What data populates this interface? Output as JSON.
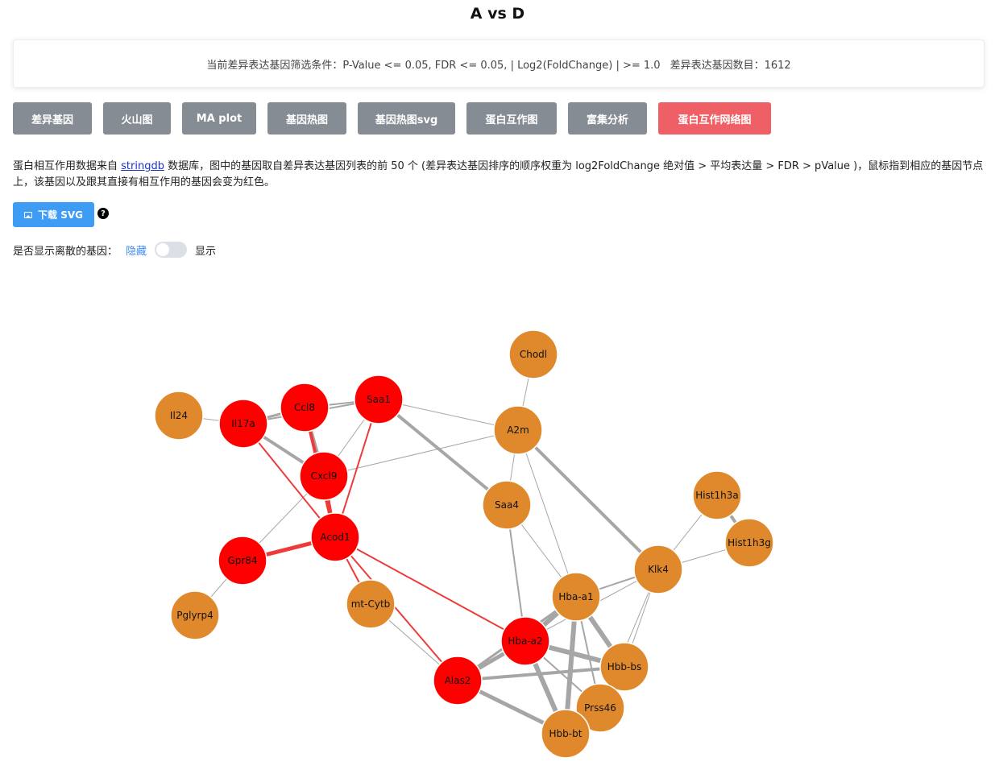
{
  "header": {
    "title": "A vs D"
  },
  "filter": {
    "conditions": "当前差异表达基因筛选条件：P-Value <= 0.05, FDR <= 0.05, | Log2(FoldChange) | >= 1.0",
    "count_text": "差异表达基因数目：1612"
  },
  "tabs": [
    {
      "label": "差异基因",
      "active": false
    },
    {
      "label": "火山图",
      "active": false
    },
    {
      "label": "MA plot",
      "active": false
    },
    {
      "label": "基因热图",
      "active": false
    },
    {
      "label": "基因热图svg",
      "active": false
    },
    {
      "label": "蛋白互作图",
      "active": false
    },
    {
      "label": "富集分析",
      "active": false
    },
    {
      "label": "蛋白互作网络图",
      "active": true
    }
  ],
  "description": {
    "before_link": "蛋白相互作用数据来自 ",
    "link_text": "stringdb",
    "after_link": " 数据库，图中的基因取自差异表达基因列表的前 50 个 (差异表达基因排序的顺序权重为 log2FoldChange 绝对值 > 平均表达量 > FDR > pValue )，鼠标指到相应的基因节点上，该基因以及跟其直接有相互作用的基因会变为红色。"
  },
  "download": {
    "label": "下载 SVG",
    "help_glyph": "?"
  },
  "toggle": {
    "label": "是否显示离散的基因：",
    "option_hide": "隐藏",
    "option_show": "显示",
    "show_isolated": false
  },
  "colors": {
    "node_default": "#e0892c",
    "node_highlight": "#ff0000",
    "edge_default": "#a6a6a6",
    "edge_highlight": "#ef3a3a",
    "tab_default": "#868c93",
    "tab_active": "#ef5f66",
    "button_primary": "#3f9cf5"
  },
  "network": {
    "highlighted_gene": "Acod1",
    "nodes": [
      {
        "id": "Chodl",
        "highlight": false
      },
      {
        "id": "Il24",
        "highlight": false
      },
      {
        "id": "Il17a",
        "highlight": true
      },
      {
        "id": "Ccl8",
        "highlight": true
      },
      {
        "id": "Saa1",
        "highlight": true
      },
      {
        "id": "A2m",
        "highlight": false
      },
      {
        "id": "Cxcl9",
        "highlight": true
      },
      {
        "id": "Saa4",
        "highlight": false
      },
      {
        "id": "Hist1h3a",
        "highlight": false
      },
      {
        "id": "Acod1",
        "highlight": true
      },
      {
        "id": "Hist1h3g",
        "highlight": false
      },
      {
        "id": "Gpr84",
        "highlight": true
      },
      {
        "id": "Klk4",
        "highlight": false
      },
      {
        "id": "Hba-a1",
        "highlight": false
      },
      {
        "id": "mt-Cytb",
        "highlight": false
      },
      {
        "id": "Pglyrp4",
        "highlight": false
      },
      {
        "id": "Hba-a2",
        "highlight": true
      },
      {
        "id": "Hbb-bs",
        "highlight": false
      },
      {
        "id": "Alas2",
        "highlight": true
      },
      {
        "id": "Prss46",
        "highlight": false
      },
      {
        "id": "Hbb-bt",
        "highlight": false
      }
    ],
    "edges": [
      {
        "source": "Chodl",
        "target": "A2m",
        "weight": 1,
        "highlight": false
      },
      {
        "source": "Il24",
        "target": "Il17a",
        "weight": 1,
        "highlight": false
      },
      {
        "source": "Il17a",
        "target": "Ccl8",
        "weight": 3,
        "highlight": false
      },
      {
        "source": "Il17a",
        "target": "Saa1",
        "weight": 2,
        "highlight": false
      },
      {
        "source": "Il17a",
        "target": "Cxcl9",
        "weight": 4,
        "highlight": false
      },
      {
        "source": "Il17a",
        "target": "Acod1",
        "weight": 2,
        "highlight": true
      },
      {
        "source": "Ccl8",
        "target": "Saa1",
        "weight": 2,
        "highlight": false
      },
      {
        "source": "Ccl8",
        "target": "Cxcl9",
        "weight": 4,
        "highlight": false
      },
      {
        "source": "Ccl8",
        "target": "Acod1",
        "weight": 4,
        "highlight": true
      },
      {
        "source": "Saa1",
        "target": "Cxcl9",
        "weight": 1,
        "highlight": false
      },
      {
        "source": "Saa1",
        "target": "Acod1",
        "weight": 2,
        "highlight": true
      },
      {
        "source": "Saa1",
        "target": "A2m",
        "weight": 1,
        "highlight": false
      },
      {
        "source": "Saa1",
        "target": "Saa4",
        "weight": 4,
        "highlight": false
      },
      {
        "source": "Cxcl9",
        "target": "A2m",
        "weight": 1,
        "highlight": false
      },
      {
        "source": "Cxcl9",
        "target": "Acod1",
        "weight": 4,
        "highlight": true
      },
      {
        "source": "Cxcl9",
        "target": "Gpr84",
        "weight": 1,
        "highlight": false
      },
      {
        "source": "Acod1",
        "target": "Gpr84",
        "weight": 5,
        "highlight": true
      },
      {
        "source": "Acod1",
        "target": "mt-Cytb",
        "weight": 2,
        "highlight": true
      },
      {
        "source": "Acod1",
        "target": "Hba-a2",
        "weight": 2,
        "highlight": true
      },
      {
        "source": "Acod1",
        "target": "Alas2",
        "weight": 2,
        "highlight": true
      },
      {
        "source": "Gpr84",
        "target": "Pglyrp4",
        "weight": 1,
        "highlight": false
      },
      {
        "source": "A2m",
        "target": "Saa4",
        "weight": 1,
        "highlight": false
      },
      {
        "source": "A2m",
        "target": "Klk4",
        "weight": 4,
        "highlight": false
      },
      {
        "source": "A2m",
        "target": "Hba-a1",
        "weight": 1,
        "highlight": false
      },
      {
        "source": "Saa4",
        "target": "Hba-a1",
        "weight": 1,
        "highlight": false
      },
      {
        "source": "Saa4",
        "target": "Hba-a2",
        "weight": 2,
        "highlight": false
      },
      {
        "source": "Hist1h3a",
        "target": "Hist1h3g",
        "weight": 4,
        "highlight": false
      },
      {
        "source": "Hist1h3a",
        "target": "Klk4",
        "weight": 1,
        "highlight": false
      },
      {
        "source": "Hist1h3g",
        "target": "Klk4",
        "weight": 1,
        "highlight": false
      },
      {
        "source": "Klk4",
        "target": "Hba-a1",
        "weight": 2,
        "highlight": false
      },
      {
        "source": "Klk4",
        "target": "Hba-a2",
        "weight": 1,
        "highlight": false
      },
      {
        "source": "Klk4",
        "target": "Hbb-bs",
        "weight": 1,
        "highlight": false
      },
      {
        "source": "Klk4",
        "target": "Prss46",
        "weight": 1,
        "highlight": false
      },
      {
        "source": "Hba-a1",
        "target": "Hba-a2",
        "weight": 6,
        "highlight": false
      },
      {
        "source": "Hba-a1",
        "target": "Hbb-bs",
        "weight": 6,
        "highlight": false
      },
      {
        "source": "Hba-a1",
        "target": "Hbb-bt",
        "weight": 6,
        "highlight": false
      },
      {
        "source": "Hba-a1",
        "target": "Alas2",
        "weight": 3,
        "highlight": false
      },
      {
        "source": "Hba-a1",
        "target": "Prss46",
        "weight": 2,
        "highlight": false
      },
      {
        "source": "mt-Cytb",
        "target": "Alas2",
        "weight": 1,
        "highlight": false
      },
      {
        "source": "Hba-a2",
        "target": "Hbb-bs",
        "weight": 6,
        "highlight": false
      },
      {
        "source": "Hba-a2",
        "target": "Hbb-bt",
        "weight": 6,
        "highlight": false
      },
      {
        "source": "Hba-a2",
        "target": "Alas2",
        "weight": 5,
        "highlight": false
      },
      {
        "source": "Hba-a2",
        "target": "Prss46",
        "weight": 2,
        "highlight": false
      },
      {
        "source": "Hbb-bs",
        "target": "Alas2",
        "weight": 4,
        "highlight": false
      },
      {
        "source": "Hbb-bs",
        "target": "Hbb-bt",
        "weight": 2,
        "highlight": false
      },
      {
        "source": "Hbb-bs",
        "target": "Prss46",
        "weight": 2,
        "highlight": false
      },
      {
        "source": "Alas2",
        "target": "Hbb-bt",
        "weight": 5,
        "highlight": false
      }
    ]
  }
}
